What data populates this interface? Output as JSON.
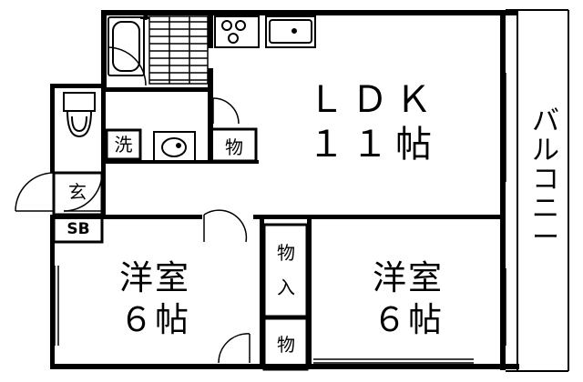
{
  "rooms": {
    "ldk": {
      "label": "ＬＤＫ",
      "size": "１１帖"
    },
    "western_room_left": {
      "label": "洋室",
      "size": "６帖"
    },
    "western_room_right": {
      "label": "洋室",
      "size": "６帖"
    },
    "balcony": {
      "label": "バルコニー"
    }
  },
  "labels": {
    "washroom": "洗",
    "storage_top": "物",
    "entrance": "玄",
    "shoebox": "SB",
    "closet_top_line1": "物",
    "closet_top_line2": "入",
    "storage_bottom": "物"
  },
  "colors": {
    "wall": "#000000",
    "background": "#ffffff"
  }
}
